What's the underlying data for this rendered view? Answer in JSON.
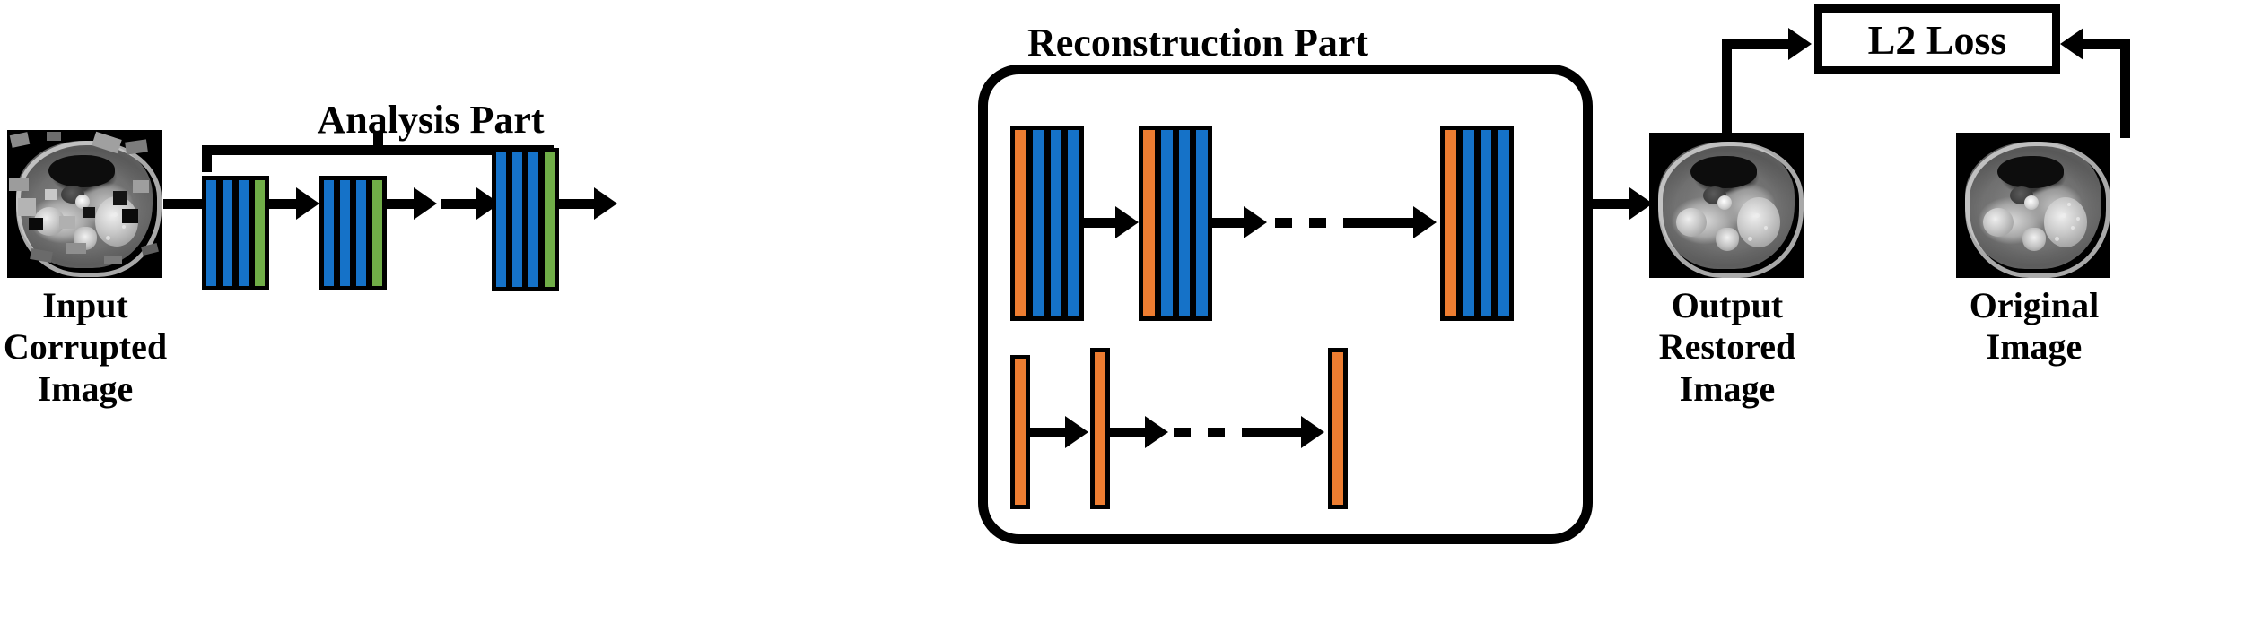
{
  "figure": {
    "type": "neural-network-architecture-diagram",
    "background": "#ffffff"
  },
  "palette": {
    "blue": "#1572C8",
    "green": "#70AD47",
    "orange": "#ED7D31",
    "black": "#000000",
    "white": "#FFFFFF"
  },
  "sections": {
    "analysis_title": "Analysis Part",
    "reconstruction_title": "Reconstruction Part"
  },
  "captions": {
    "input": "Input\nCorrupted\nImage",
    "output": "Output\nRestored\nImage",
    "original": "Original\nImage"
  },
  "loss": {
    "label": "L2 Loss"
  },
  "analysis_blocks": [
    {
      "id": "analysis-block-1",
      "bars": [
        "blue",
        "blue",
        "blue",
        "green"
      ]
    },
    {
      "id": "analysis-block-2",
      "bars": [
        "blue",
        "blue",
        "blue",
        "green"
      ]
    },
    {
      "id": "analysis-block-3",
      "bars": [
        "blue",
        "blue",
        "blue",
        "green"
      ]
    }
  ],
  "reconstruction_top_blocks": [
    {
      "id": "recon-block-1",
      "bars": [
        "orange",
        "blue",
        "blue",
        "blue"
      ]
    },
    {
      "id": "recon-block-2",
      "bars": [
        "orange",
        "blue",
        "blue",
        "blue"
      ]
    },
    {
      "id": "recon-block-3",
      "bars": [
        "orange",
        "blue",
        "blue",
        "blue"
      ]
    }
  ],
  "reconstruction_bottom_bars": [
    {
      "id": "recon-single-1",
      "color": "orange"
    },
    {
      "id": "recon-single-2",
      "color": "orange"
    },
    {
      "id": "recon-single-3",
      "color": "orange"
    }
  ],
  "ellipses": {
    "analysis": "· · · ·",
    "recon_top": "· · · ·",
    "recon_bottom": "· · · ·"
  },
  "images": {
    "input_corrupted": "ct-abdominal-slice-with-corruption-patches",
    "output_restored": "ct-abdominal-slice-restored",
    "original": "ct-abdominal-slice-original"
  }
}
